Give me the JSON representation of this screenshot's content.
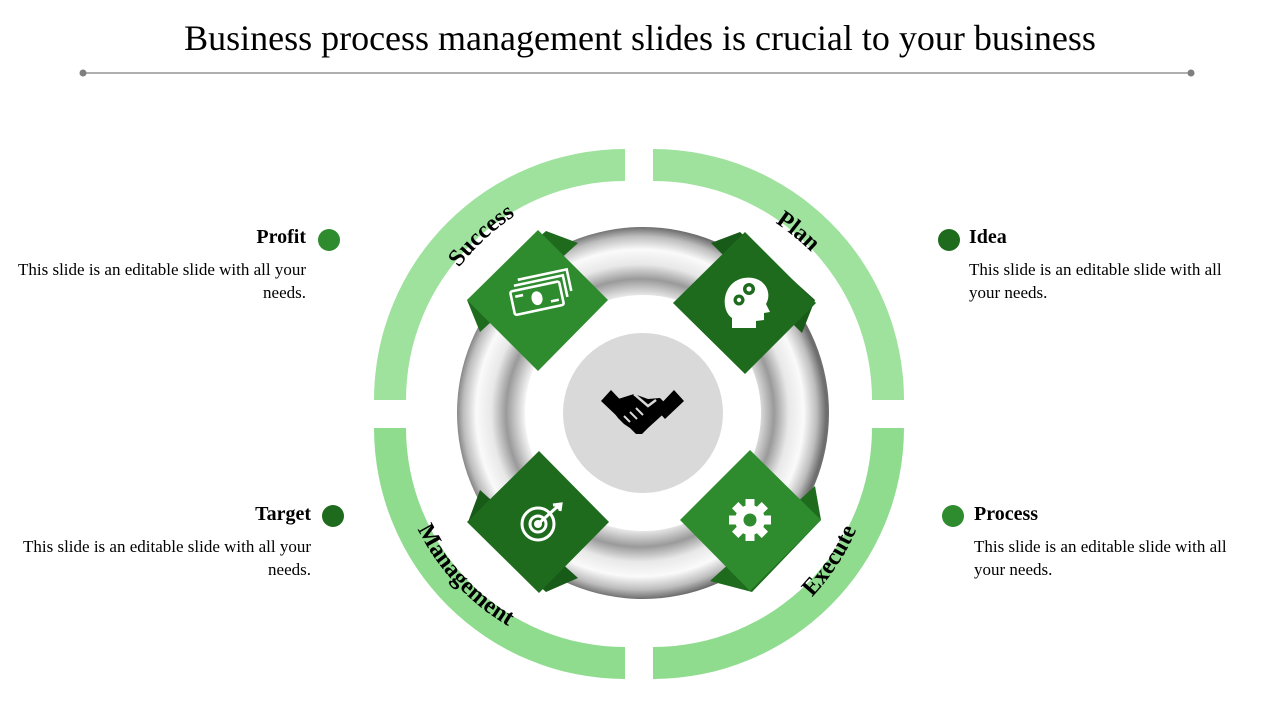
{
  "title": "Business process management slides is crucial to your business",
  "colors": {
    "ring_light": "#8fdc8f",
    "diamond_mid": "#2e8b2e",
    "diamond_dark": "#1e6b1e",
    "center_grey": "#d9d9d9"
  },
  "ring_labels": {
    "top_left": "Success",
    "top_right": "Plan",
    "bottom_left": "Management",
    "bottom_right": "Execute"
  },
  "center_icon": "handshake-icon",
  "diamonds": [
    {
      "icon": "money-icon",
      "color": "#2e8b2e"
    },
    {
      "icon": "head-gears-icon",
      "color": "#1e6b1e"
    },
    {
      "icon": "target-icon",
      "color": "#1e6b1e"
    },
    {
      "icon": "gear-icon",
      "color": "#2e8b2e"
    }
  ],
  "items": {
    "profit": {
      "heading": "Profit",
      "text": "This slide is an editable slide with all your needs.",
      "dot_color": "#2e8b2e"
    },
    "idea": {
      "heading": "Idea",
      "text": "This slide is an editable slide with all your needs.",
      "dot_color": "#1e6b1e"
    },
    "target": {
      "heading": "Target",
      "text": "This slide is an editable slide with all your needs.",
      "dot_color": "#1e6b1e"
    },
    "process": {
      "heading": "Process",
      "text": "This slide is an editable slide with all your needs.",
      "dot_color": "#2e8b2e"
    }
  }
}
